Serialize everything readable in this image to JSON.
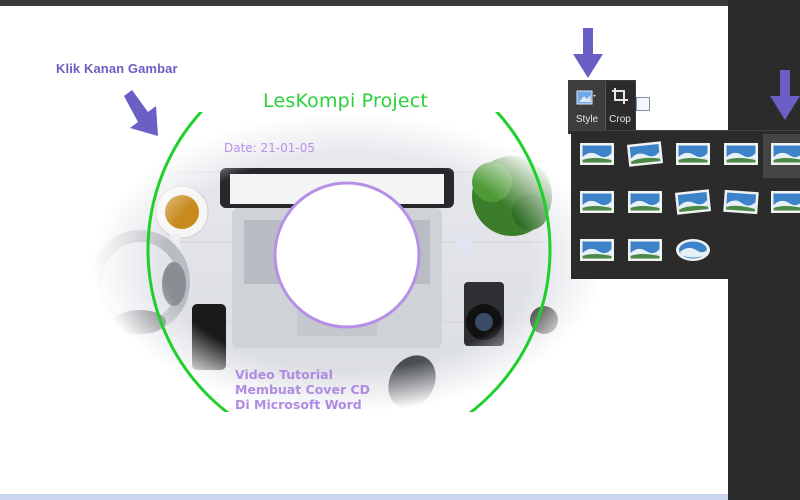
{
  "instruction": "Klik Kanan Gambar",
  "cd": {
    "title": "LesKompi Project",
    "date": "Date: 21-01-05",
    "subtitle": [
      "Video Tutorial",
      "Membuat Cover CD",
      "Di Microsoft Word"
    ]
  },
  "ribbon": {
    "style_label": "Style",
    "crop_label": "Crop"
  },
  "gallery": {
    "styles": [
      "simple-frame-white",
      "simple-frame-rotated",
      "thick-matte",
      "beveled-matte",
      "soft-edge-rect",
      "drop-shadow-rect",
      "reflected-rounded",
      "rounded-diagonal",
      "perspective-shadow",
      "simple-frame-black",
      "reflected-bevel",
      "rounded-rect-bevel",
      "oval-bevel"
    ],
    "selected": "soft-edge-rect"
  },
  "colors": {
    "accent_arrow": "#6a5fc4",
    "cd_ring": "#1fd02b",
    "inner_ring": "#b590e6",
    "title_green": "#2bd03a"
  }
}
